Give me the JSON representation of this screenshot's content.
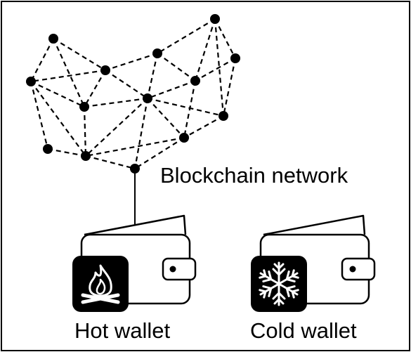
{
  "labels": {
    "network": "Blockchain network",
    "hot_wallet": "Hot wallet",
    "cold_wallet": "Cold wallet"
  },
  "icons": {
    "hot": "fire-icon",
    "cold": "snowflake-icon"
  },
  "colors": {
    "ink": "#000000",
    "background": "#ffffff"
  }
}
